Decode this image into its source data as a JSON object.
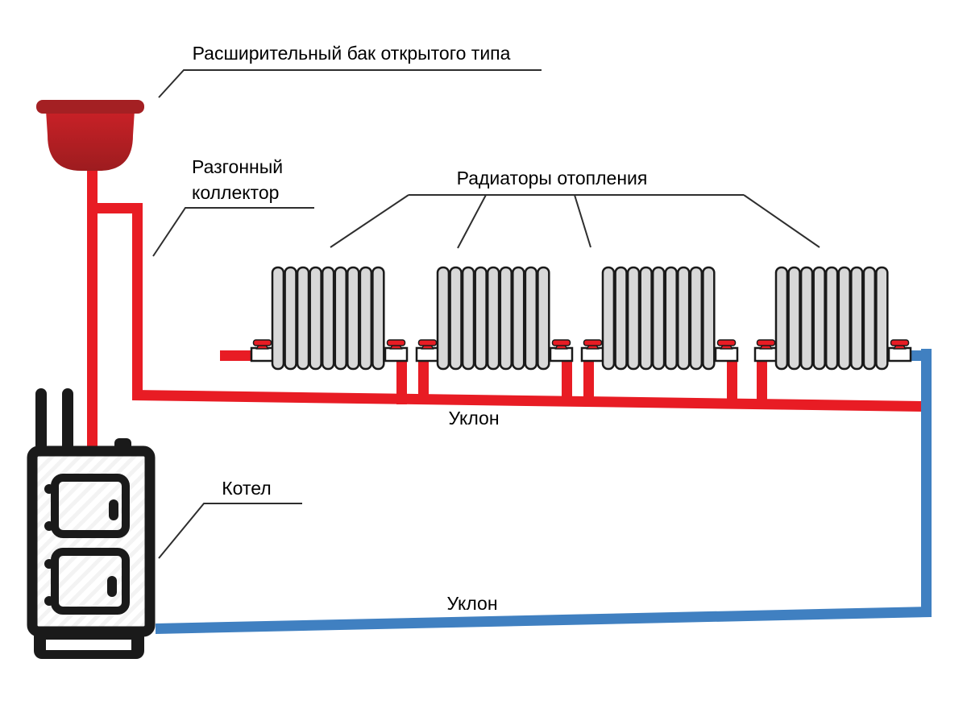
{
  "labels": {
    "expansion_tank": "Расширительный бак открытого типа",
    "accelerating_collector": "Разгонный коллектор",
    "radiators": "Радиаторы отопления",
    "boiler": "Котел",
    "slope_supply": "Уклон",
    "slope_return": "Уклон"
  },
  "colors": {
    "supply_pipe": "#e81c24",
    "return_pipe": "#4080c1",
    "tank_rim": "#a42023",
    "tank_body_top": "#c92127",
    "tank_body_bottom": "#9d1c1f",
    "radiator_fill": "#d8d8d8",
    "stub_fill": "#ffffff",
    "outline": "#1a1a1a",
    "leader_line": "#2e2e2e",
    "background": "#ffffff"
  },
  "diagram": {
    "type": "gravity-heating-system-schematic",
    "radiator_count": 4,
    "radiator_x_positions": [
      338,
      543,
      748,
      963
    ],
    "sections_per_radiator": 9,
    "valve_count": 8,
    "boiler_door_count": 2
  }
}
